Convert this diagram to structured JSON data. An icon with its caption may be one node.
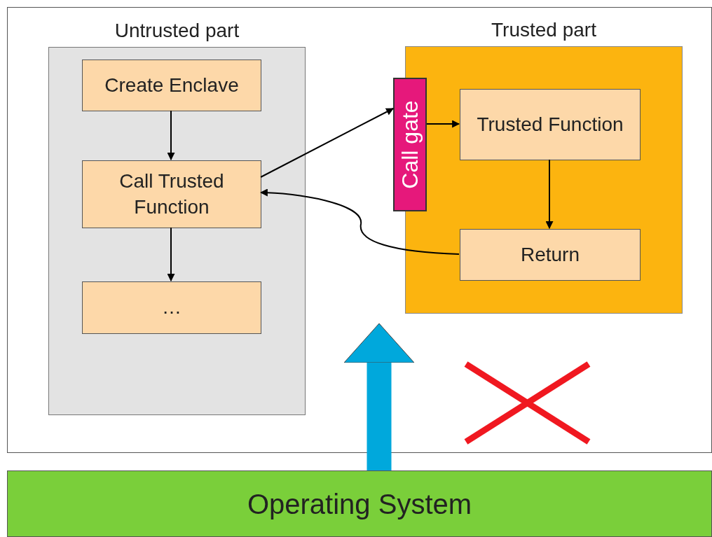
{
  "diagram": {
    "nodes": [
      {
        "text": [
          "Untrusted part"
        ]
      },
      {
        "text": [
          "Create Enclave"
        ],
        "in": 0
      },
      {
        "text": [
          "Call Trusted Function"
        ],
        "in": 0
      },
      {
        "text": [
          "…"
        ],
        "in": 0
      },
      {
        "text": [
          "Trusted part"
        ]
      },
      {
        "text": [
          "Call gate"
        ]
      },
      {
        "text": [
          "Trusted Function"
        ],
        "in": 4
      },
      {
        "text": [
          "Return"
        ],
        "in": 4
      },
      {
        "text": [
          "Operating System"
        ]
      }
    ],
    "edges": [
      {
        "from": 1,
        "to": 2,
        "arrow": "to"
      },
      {
        "from": 2,
        "to": 3,
        "arrow": "to"
      },
      {
        "from": 2,
        "to": 5,
        "arrow": "to"
      },
      {
        "from": 5,
        "to": 6,
        "arrow": "to"
      },
      {
        "from": 6,
        "to": 7,
        "arrow": "to"
      },
      {
        "from": 7,
        "to": 2,
        "arrow": "to"
      },
      {
        "from": 8,
        "to": 4,
        "arrow": "to",
        "style": "thick",
        "color": "#00a8dc"
      }
    ]
  }
}
